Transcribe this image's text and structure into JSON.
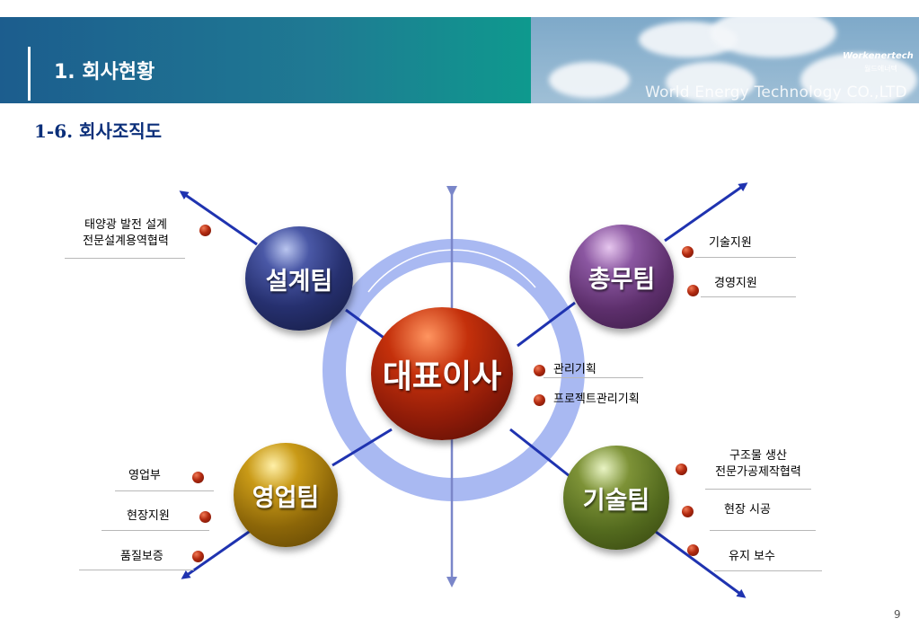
{
  "header": {
    "title": "1. 회사현황",
    "company_text": "World Energy Technology CO.,LTD",
    "logo_text": "Workenertech",
    "logo_subtext": "월드에너텍"
  },
  "subtitle": "1-6. 회사조직도",
  "nodes": {
    "ceo": "대표이사",
    "design": "설계팀",
    "general": "총무팀",
    "sales": "영업팀",
    "tech": "기술팀"
  },
  "design_items": [
    "태양광 발전 설계",
    "전문설계용역협력"
  ],
  "general_items": [
    "기술지원",
    "경영지원"
  ],
  "ceo_items": [
    "관리기획",
    "프로젝트관리기획"
  ],
  "sales_items": [
    "영업부",
    "현장지원",
    "품질보증"
  ],
  "tech_items": [
    "구조물 생산",
    "전문가공제작협력",
    "현장 시공",
    "유지 보수"
  ],
  "page_number": "9",
  "colors": {
    "header_blue": "#1c5d8e",
    "header_teal": "#0e9a8e",
    "subtitle": "#0b2f7a",
    "arrow": "#1f33b0",
    "ring": "#a9b9f2"
  }
}
